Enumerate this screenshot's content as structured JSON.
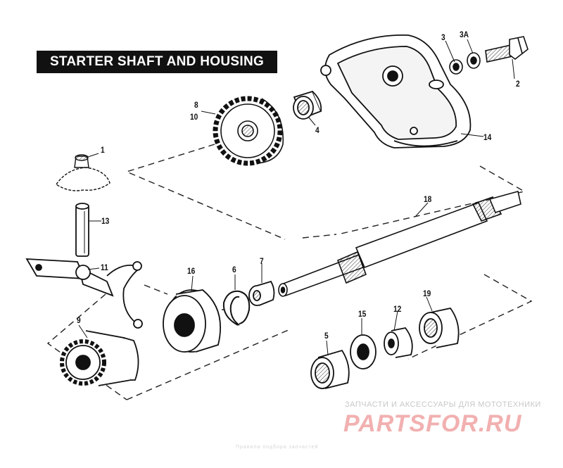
{
  "title": "STARTER SHAFT AND HOUSING",
  "callouts": {
    "c1": "1",
    "c2": "2",
    "c3": "3",
    "c3a": "3A",
    "c4": "4",
    "c5": "5",
    "c6": "6",
    "c7": "7",
    "c8": "8",
    "c9": "9",
    "c10": "10",
    "c11": "11",
    "c12": "12",
    "c13": "13",
    "c14": "14",
    "c15": "15",
    "c16": "16",
    "c18": "18",
    "c19": "19"
  },
  "watermark": {
    "tagline": "ЗАПЧАСТИ И АКСЕССУАРЫ ДЛЯ МОТОТЕХНИКИ",
    "logo_text": "PARTSFOR.RU",
    "logo_color": "#f2b0b0"
  },
  "faint_caption": "Правила подбора запчастей"
}
